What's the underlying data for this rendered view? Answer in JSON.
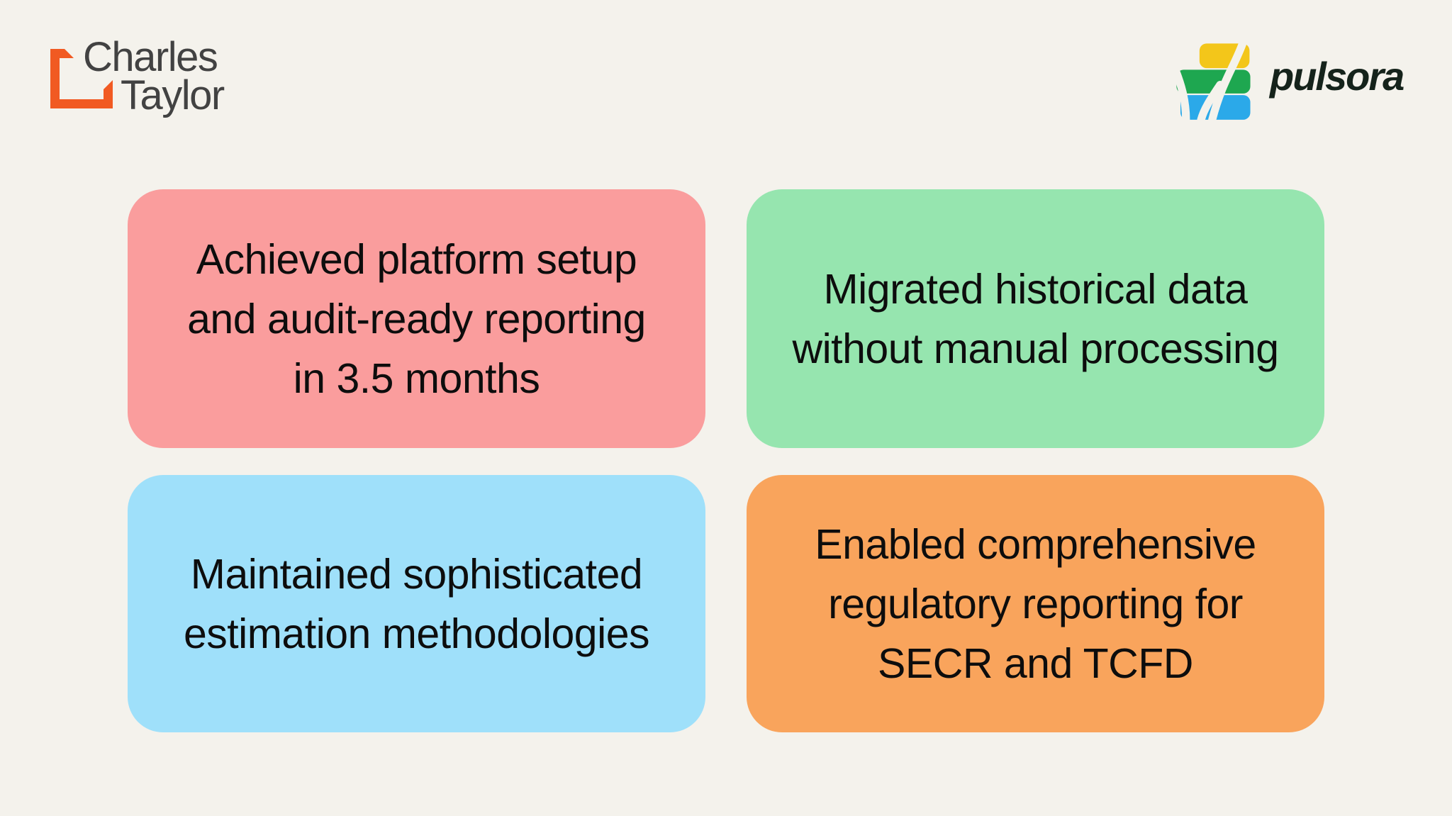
{
  "page": {
    "background": "#F4F2EC"
  },
  "header": {
    "charles_taylor": {
      "line1": "Charles",
      "line2": "Taylor",
      "mark_color": "#F15A22",
      "text_color": "#424242"
    },
    "pulsora": {
      "wordmark": "pulsora",
      "text_color": "#15231B",
      "icon_colors": {
        "yellow": "#F3C61A",
        "green": "#1EA750",
        "blue": "#2BA9E9"
      }
    }
  },
  "cards": [
    {
      "id": "achievement-platform-setup",
      "color": "#FA9D9D",
      "lines": [
        "Achieved platform setup",
        "and audit-ready reporting",
        "in 3.5 months"
      ]
    },
    {
      "id": "achievement-data-migration",
      "color": "#96E5AF",
      "lines": [
        "Migrated historical data",
        "without manual processing"
      ]
    },
    {
      "id": "achievement-estimation-methodologies",
      "color": "#9FE0FA",
      "lines": [
        "Maintained sophisticated",
        "estimation methodologies"
      ]
    },
    {
      "id": "achievement-regulatory-reporting",
      "color": "#F9A45C",
      "lines": [
        "Enabled comprehensive",
        "regulatory reporting for",
        "SECR and TCFD"
      ]
    }
  ]
}
